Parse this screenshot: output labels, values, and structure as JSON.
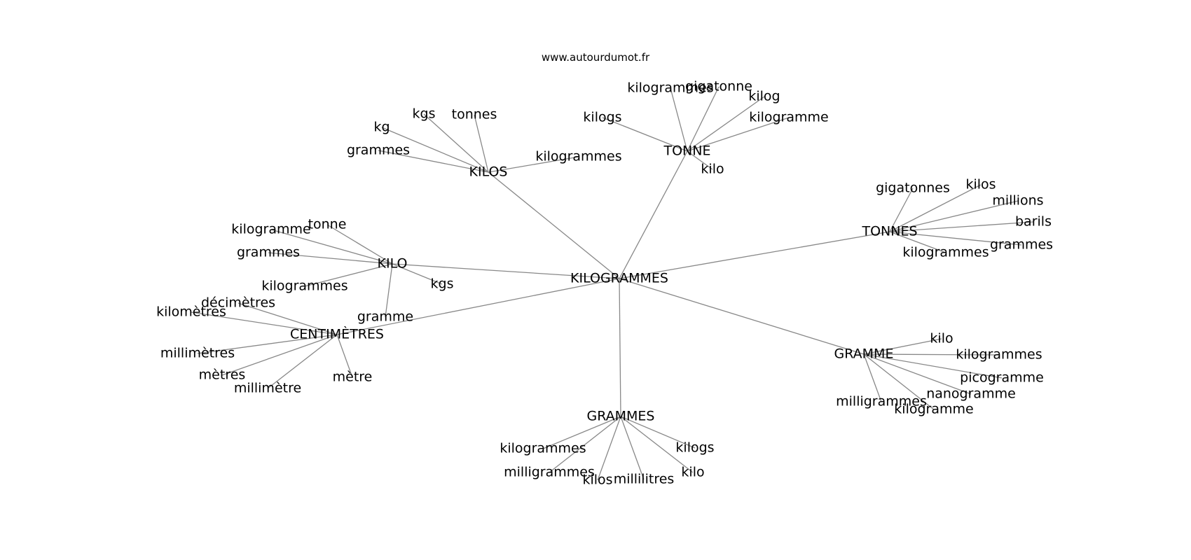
{
  "source": "www.autourdumot.fr",
  "center": "KILOGRAMMES",
  "hubs": [
    {
      "id": "kilos",
      "label": "KILOS",
      "leaves": [
        "kgs",
        "tonnes",
        "kg",
        "grammes",
        "kilogrammes"
      ]
    },
    {
      "id": "tonne",
      "label": "TONNE",
      "leaves": [
        "kilogrammes",
        "gigatonne",
        "kilog",
        "kilogs",
        "kilogramme",
        "kilo"
      ]
    },
    {
      "id": "tonnes",
      "label": "TONNES",
      "leaves": [
        "gigatonnes",
        "kilos",
        "millions",
        "barils",
        "grammes",
        "kilogrammes"
      ]
    },
    {
      "id": "kilo",
      "label": "KILO",
      "leaves": [
        "tonne",
        "kilogramme",
        "grammes",
        "kilogrammes",
        "kgs",
        "gramme"
      ]
    },
    {
      "id": "centimetres",
      "label": "CENTIMÈTRES",
      "leaves": [
        "décimètres",
        "kilomètres",
        "millimètres",
        "mètres",
        "millimètre",
        "mètre"
      ]
    },
    {
      "id": "gramme",
      "label": "GRAMME",
      "leaves": [
        "kilo",
        "kilogrammes",
        "picogramme",
        "nanogramme",
        "milligrammes",
        "kilogramme"
      ]
    },
    {
      "id": "grammes",
      "label": "GRAMMES",
      "leaves": [
        "kilogrammes",
        "kilogs",
        "milligrammes",
        "kilo",
        "kilos",
        "millilitres"
      ]
    }
  ]
}
